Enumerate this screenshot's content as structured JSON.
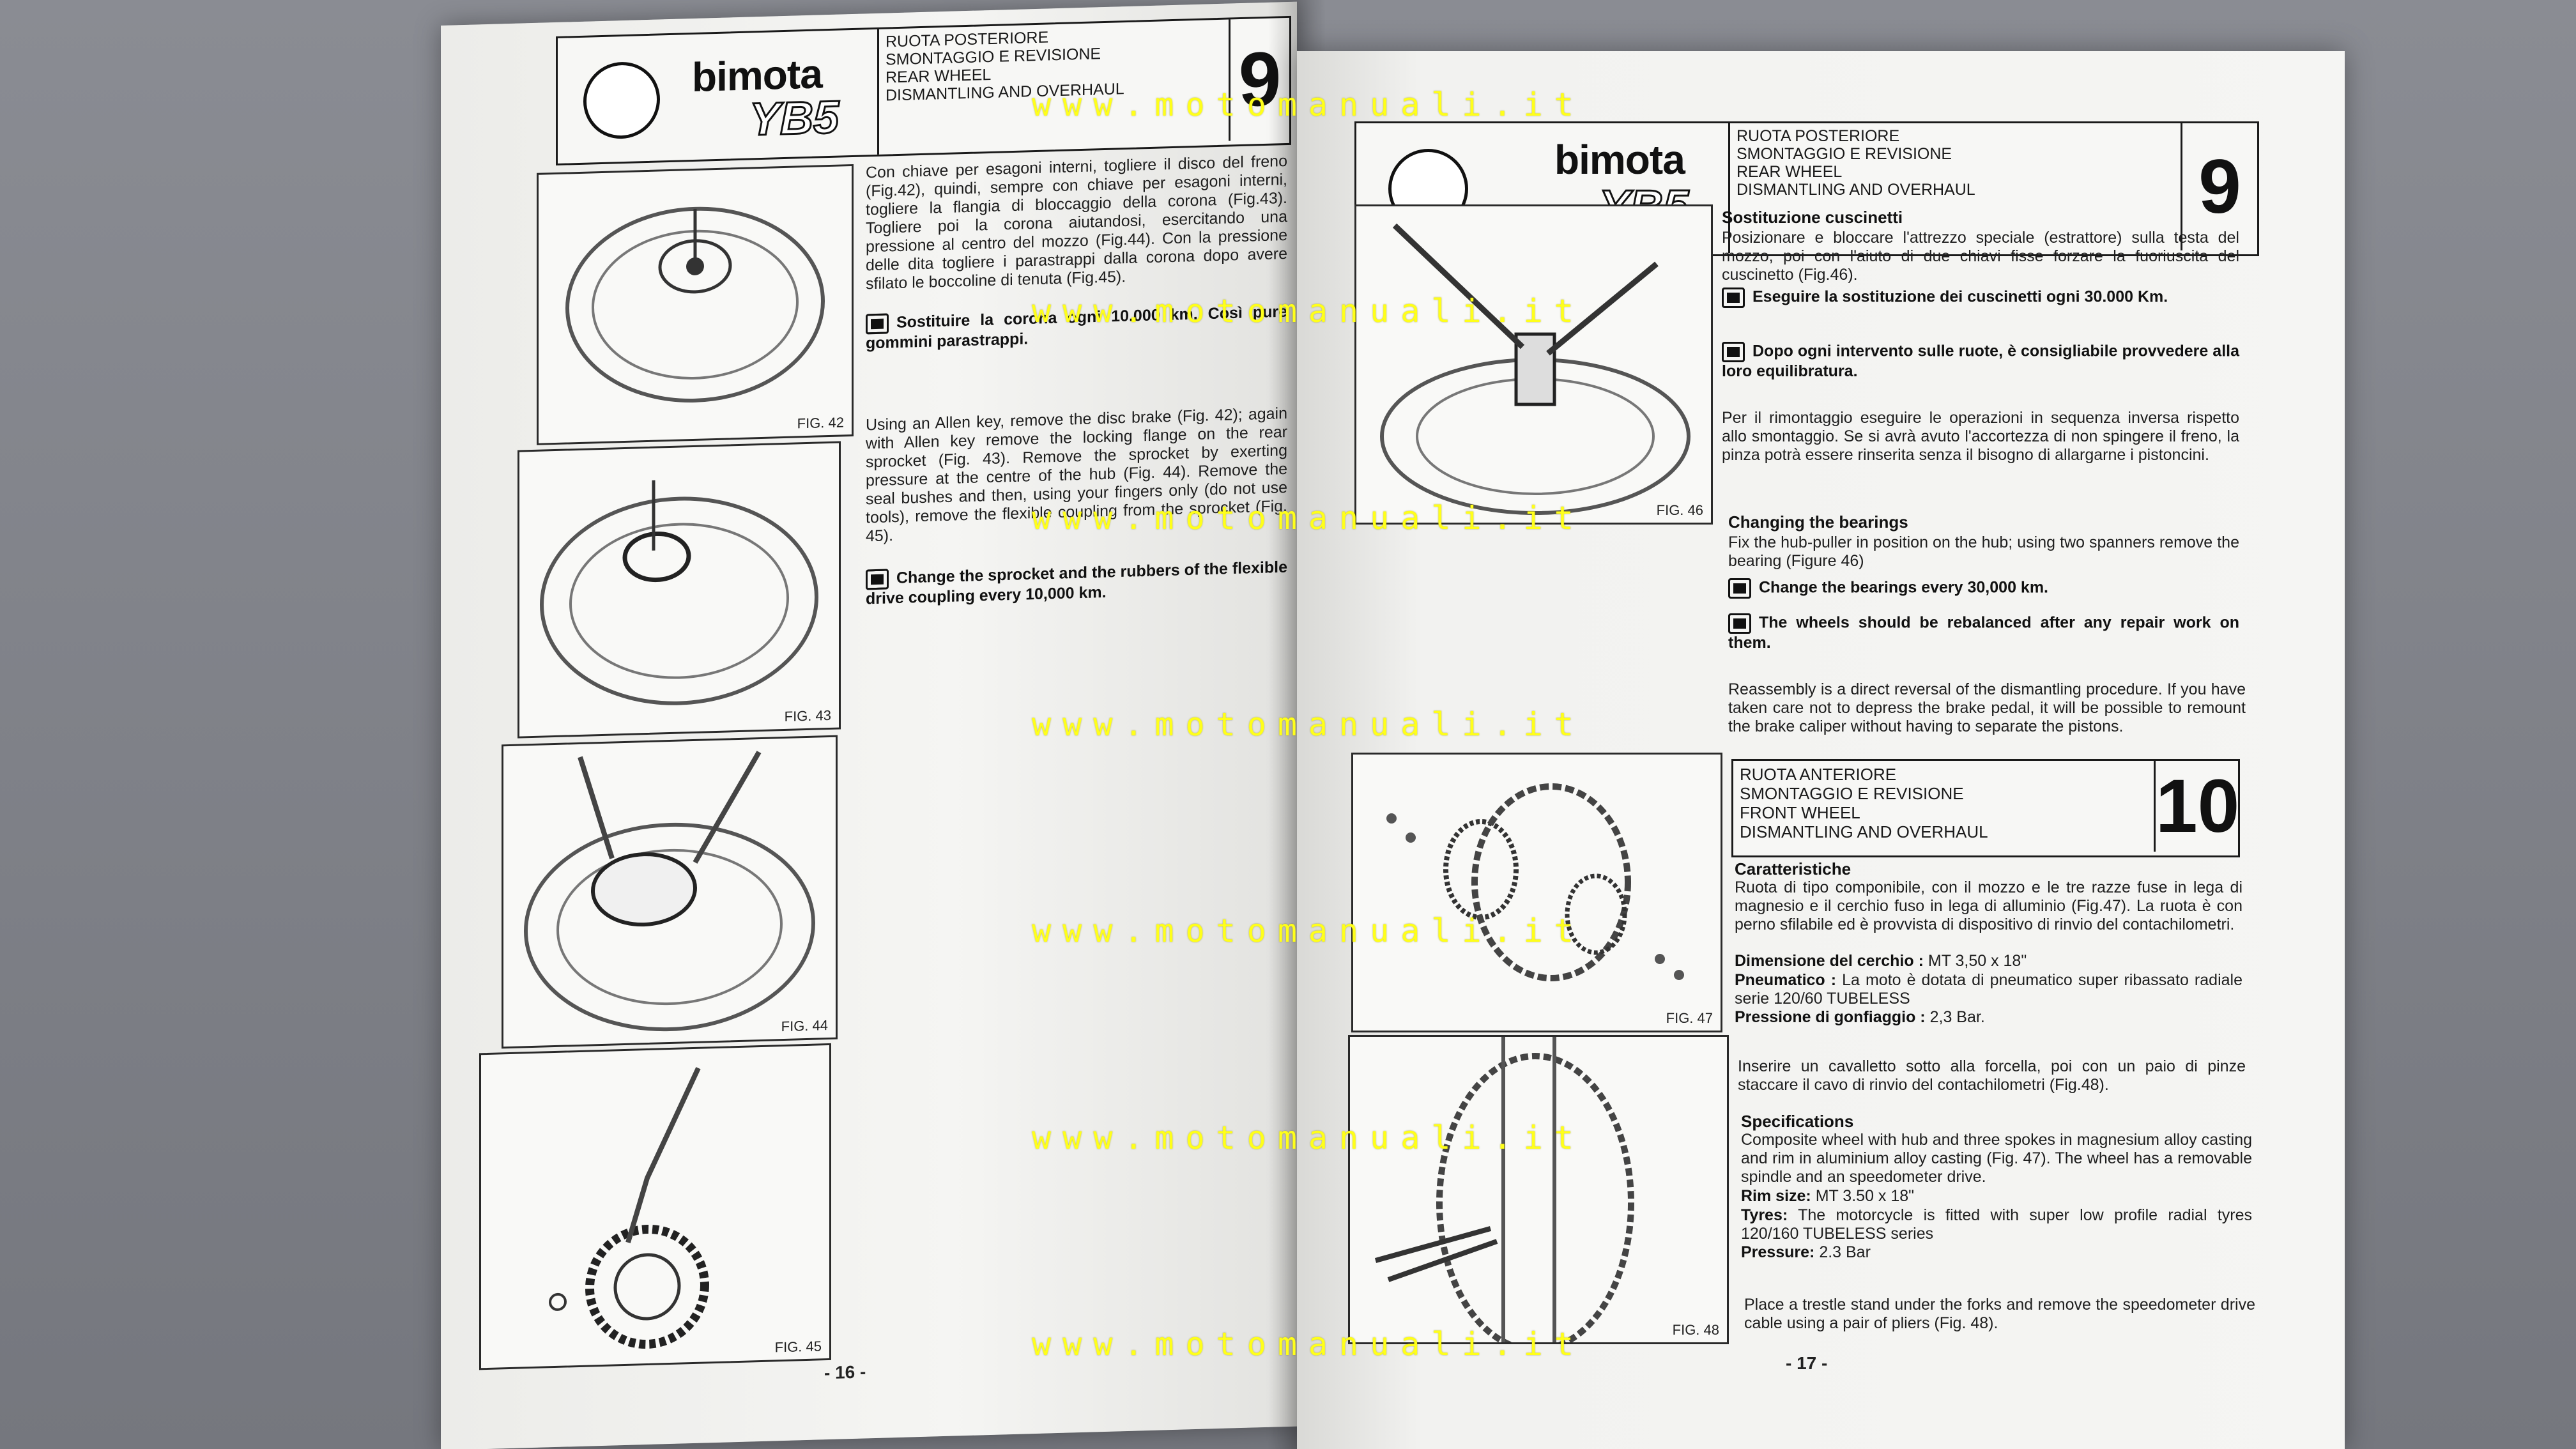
{
  "watermark": "www.motomanuali.it",
  "left_page": {
    "header": {
      "logo": "bimota",
      "model": "YB5",
      "title_lines": [
        "RUOTA POSTERIORE",
        "SMONTAGGIO E REVISIONE",
        "REAR WHEEL",
        "DISMANTLING AND OVERHAUL"
      ],
      "section_number": "9"
    },
    "figures": [
      "FIG. 42",
      "FIG. 43",
      "FIG. 44",
      "FIG. 45"
    ],
    "italian_text": "Con chiave per esagoni interni, togliere il disco del freno (Fig.42), quindi, sempre con chiave per esagoni interni, togliere la flangia di bloccaggio della corona (Fig.43). Togliere poi la corona aiutandosi, esercitando una pressione al centro del mozzo (Fig.44). Con la pressione delle dita togliere i parastrappi dalla corona dopo avere sfilato le boccoline di tenuta (Fig.45).",
    "italian_note": "Sostituire la corona ogni 10.000 km. Così pure gommini parastrappi.",
    "english_text": "Using an Allen key, remove the disc brake (Fig. 42); again with Allen key remove the locking flange on the rear sprocket (Fig. 43). Remove the sprocket by exerting pressure at the centre of the hub (Fig. 44). Remove the seal bushes and then, using your fingers only (do not use tools), remove the flexible coupling from the sprocket (Fig. 45).",
    "english_note": "Change the sprocket and the rubbers of the flexible drive coupling every 10,000 km.",
    "page_number": "- 16 -"
  },
  "right_page": {
    "header": {
      "logo": "bimota",
      "model": "YB5",
      "title_lines": [
        "RUOTA POSTERIORE",
        "SMONTAGGIO E REVISIONE",
        "REAR WHEEL",
        "DISMANTLING AND OVERHAUL"
      ],
      "section_number": "9"
    },
    "figures": [
      "FIG. 46",
      "FIG. 47",
      "FIG. 48"
    ],
    "bearings_it_title": "Sostituzione cuscinetti",
    "bearings_it_text": "Posizionare e bloccare l'attrezzo speciale (estrattore) sulla testa del mozzo, poi con l'aiuto di due chiavi fisse forzare la fuoriuscita del cuscinetto (Fig.46).",
    "bearings_it_note1": "Eseguire la sostituzione dei cuscinetti ogni 30.000 Km.",
    "bearings_it_note2": "Dopo ogni intervento sulle ruote, è consigliabile provvedere alla loro equilibratura.",
    "reassembly_it": "Per il rimontaggio eseguire le operazioni in sequenza inversa rispetto allo smontaggio. Se si avrà avuto l'accortezza di non spingere il freno, la pinza potrà essere rinserita senza il bisogno di allargarne i pistoncini.",
    "bearings_en_title": "Changing the bearings",
    "bearings_en_text": "Fix the hub-puller in position on the hub; using two spanners remove the bearing (Figure 46)",
    "bearings_en_note1": "Change the bearings every 30,000 km.",
    "bearings_en_note2": "The wheels should be rebalanced after any repair work on them.",
    "reassembly_en": "Reassembly is a direct reversal of the dismantling procedure. If you have taken care not to depress the brake pedal, it will be possible to remount the brake caliper without having to separate the pistons.",
    "front_header": {
      "title_lines": [
        "RUOTA ANTERIORE",
        "SMONTAGGIO E REVISIONE",
        "FRONT WHEEL",
        "DISMANTLING AND OVERHAUL"
      ],
      "section_number": "10"
    },
    "car_title": "Caratteristiche",
    "car_text": "Ruota di tipo componibile, con il mozzo e le tre razze fuse in lega di magnesio e il cerchio fuso in lega di alluminio (Fig.47). La ruota è con perno sfilabile ed è provvista di dispositivo di rinvio del contachilometri.",
    "car_rim_label": "Dimensione del cerchio :",
    "car_rim_value": "MT 3,50 x 18\"",
    "car_tyre_label": "Pneumatico :",
    "car_tyre_value": "La moto è dotata di pneumatico super ribassato radiale serie 120/60 TUBELESS",
    "car_press_label": "Pressione di gonfiaggio :",
    "car_press_value": "2,3 Bar.",
    "car_stand_it": "Inserire un cavalletto sotto alla forcella, poi con un paio di pinze staccare il cavo di rinvio del contachilometri (Fig.48).",
    "spec_title": "Specifications",
    "spec_text": "Composite wheel with hub and three spokes in magnesium alloy casting and rim in aluminium alloy casting (Fig. 47). The wheel has a removable spindle and an speedometer drive.",
    "spec_rim_label": "Rim size:",
    "spec_rim_value": "MT 3.50 x 18\"",
    "spec_tyre_label": "Tyres:",
    "spec_tyre_value": "The motorcycle is fitted with super low profile radial tyres 120/160 TUBELESS series",
    "spec_press_label": "Pressure:",
    "spec_press_value": "2.3 Bar",
    "spec_stand_en": "Place a trestle stand under the forks and remove the speedometer drive cable using a pair of pliers (Fig. 48).",
    "page_number": "- 17 -"
  }
}
